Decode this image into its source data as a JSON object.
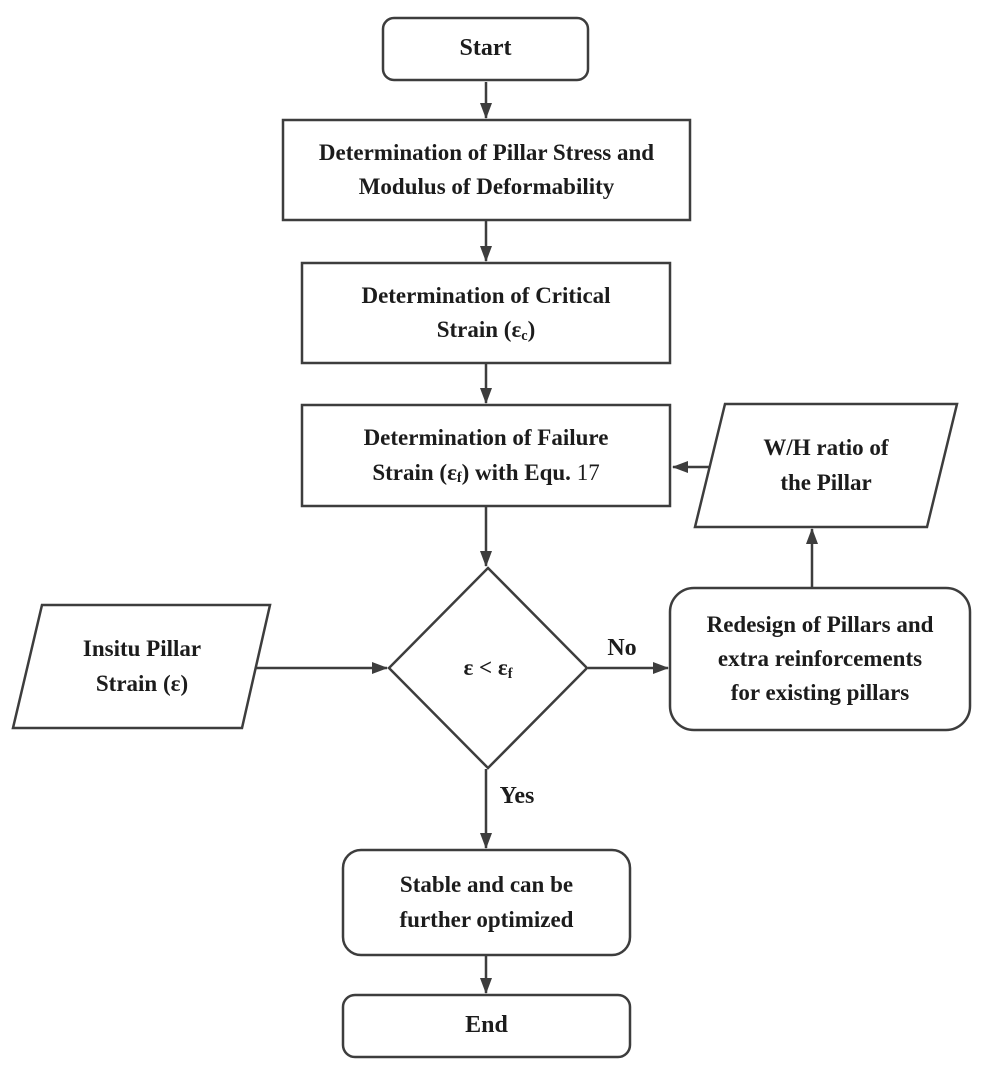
{
  "diagram": {
    "type": "flowchart",
    "topic": "Pillar stability assessment procedure",
    "colors": {
      "background": "#ffffff",
      "line": "#3d3d3d",
      "text": "#1c1c1c"
    },
    "nodes": {
      "start": {
        "label": "Start"
      },
      "pillar_stress": {
        "line1": "Determination of Pillar Stress and",
        "line2": "Modulus of Deformability"
      },
      "critical_strain": {
        "line1": "Determination of Critical",
        "line2_pre": "Strain (ε",
        "line2_sub": "c",
        "line2_post": ")"
      },
      "failure_strain": {
        "line1": "Determination of Failure",
        "line2_pre": "Strain (ε",
        "line2_sub": "f",
        "line2_mid": ") with Equ. ",
        "equ_num": "17"
      },
      "wh_ratio": {
        "line1": "W/H ratio of",
        "line2": "the Pillar"
      },
      "insitu_strain": {
        "line1": "Insitu Pillar",
        "line2": "Strain (ε)"
      },
      "decision": {
        "pre": "ε < ε",
        "sub": "f"
      },
      "redesign": {
        "line1": "Redesign of Pillars and",
        "line2": "extra reinforcements",
        "line3": "for existing pillars"
      },
      "stable": {
        "line1": "Stable and can be",
        "line2": "further optimized"
      },
      "end": {
        "label": "End"
      }
    },
    "edge_labels": {
      "no": "No",
      "yes": "Yes"
    }
  }
}
